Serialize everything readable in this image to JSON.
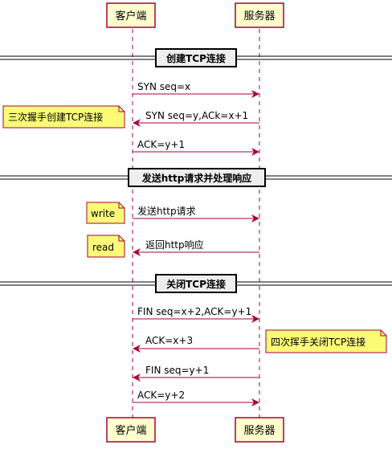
{
  "participants": [
    {
      "id": "client",
      "label": "客户端"
    },
    {
      "id": "server",
      "label": "服务器"
    }
  ],
  "sections": [
    {
      "id": "establish",
      "title": "创建TCP连接"
    },
    {
      "id": "http",
      "title": "发送http请求并处理响应"
    },
    {
      "id": "close",
      "title": "关闭TCP连接"
    }
  ],
  "messages": [
    {
      "id": "syn",
      "label": "SYN seq=x",
      "from": "client",
      "to": "server"
    },
    {
      "id": "synack",
      "label": "SYN seq=y,ACk=x+1",
      "from": "server",
      "to": "client"
    },
    {
      "id": "ack1",
      "label": "ACK=y+1",
      "from": "client",
      "to": "server"
    },
    {
      "id": "http-request",
      "label": "发送http请求",
      "from": "client",
      "to": "server"
    },
    {
      "id": "http-response",
      "label": "返回http响应",
      "from": "server",
      "to": "client"
    },
    {
      "id": "fin1",
      "label": "FIN seq=x+2,ACK=y+1",
      "from": "client",
      "to": "server"
    },
    {
      "id": "ack2",
      "label": "ACK=x+3",
      "from": "server",
      "to": "client"
    },
    {
      "id": "fin2",
      "label": "FIN seq=y+1",
      "from": "server",
      "to": "client"
    },
    {
      "id": "ack3",
      "label": "ACK=y+2",
      "from": "client",
      "to": "server"
    }
  ],
  "notes": [
    {
      "id": "handshake",
      "text": "三次握手创建TCP连接"
    },
    {
      "id": "write",
      "text": "write"
    },
    {
      "id": "read",
      "text": "read"
    },
    {
      "id": "wave",
      "text": "四次挥手关闭TCP连接"
    }
  ],
  "colors": {
    "participant_fill": "#FEFECE",
    "participant_border": "#A80036",
    "note_fill": "#FBFB77",
    "section_fill": "#EEEEEE",
    "arrow": "#A80036"
  }
}
